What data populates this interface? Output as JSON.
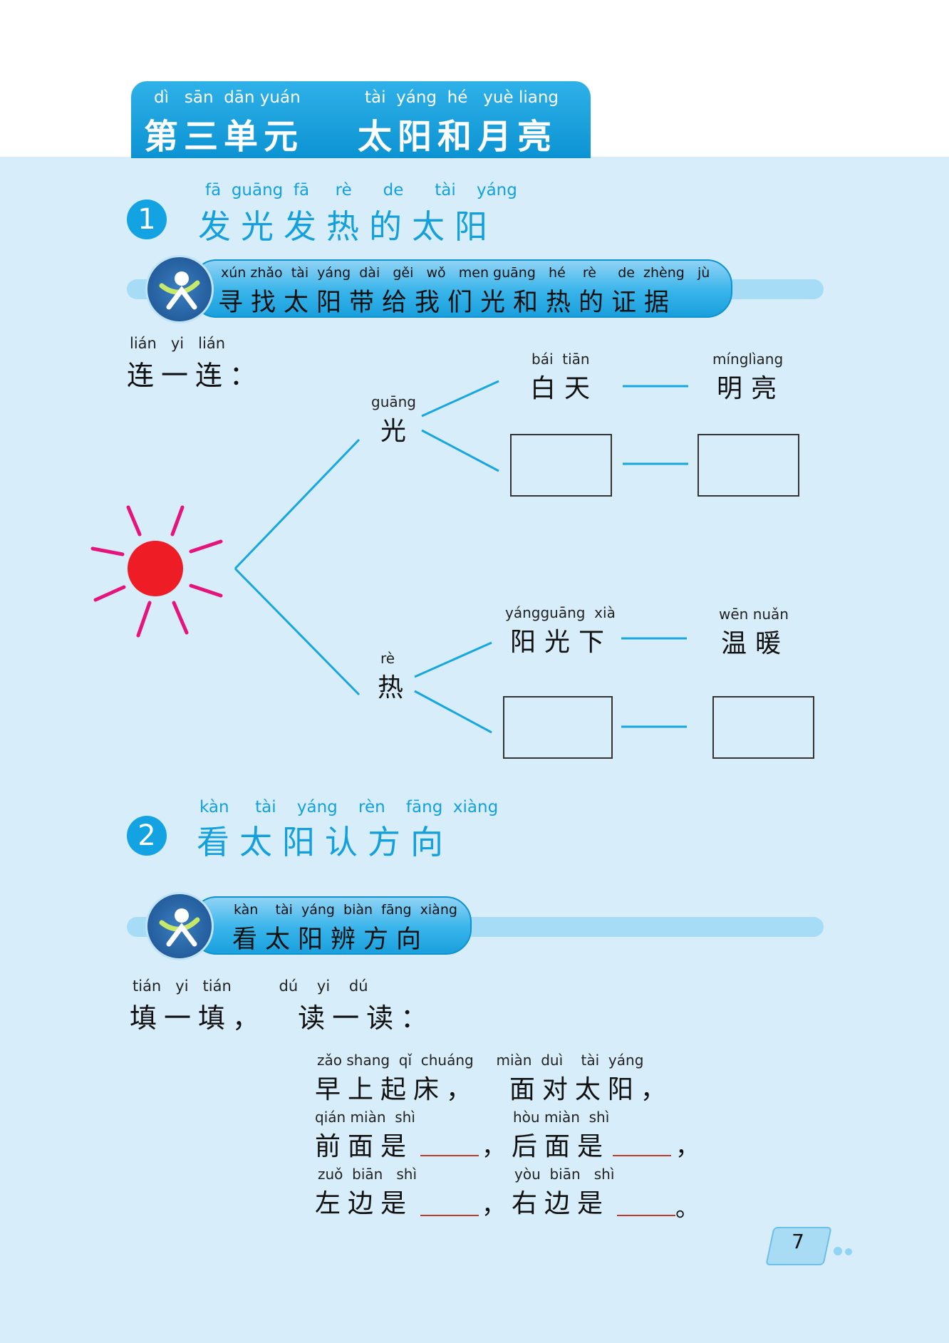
{
  "unit": {
    "pinyin_left": "dì   sān  dān yuán",
    "pinyin_right": "tài  yáng  hé   yuè liang",
    "title_left": "第三单元",
    "title_right": "太阳和月亮"
  },
  "section1": {
    "number": "1",
    "pinyin": "fā  guāng  fā     rè      de      tài    yáng",
    "title": "发光发热的太阳",
    "activity_pinyin": "xún zhǎo  tài  yáng  dài   gěi   wǒ   men guāng   hé    rè     de  zhèng   jù",
    "activity_title": "寻找太阳带给我们光和热的证据",
    "instr_pinyin": "lián   yi   lián",
    "instr_text": "连一连：",
    "light": {
      "pinyin": "guāng",
      "char": "光"
    },
    "heat": {
      "pinyin": "rè",
      "char": "热"
    },
    "daytime": {
      "pinyin": "bái  tiān",
      "text": "白天"
    },
    "bright": {
      "pinyin": "mínglìang",
      "text": "明亮"
    },
    "sunshine": {
      "pinyin": "yángguāng  xià",
      "text": "阳光下"
    },
    "warm": {
      "pinyin": "wēn nuǎn",
      "text": "温暖"
    }
  },
  "section2": {
    "number": "2",
    "pinyin": "kàn     tài    yáng    rèn    fāng  xiàng",
    "title": "看太阳认方向",
    "activity_pinyin": "kàn    tài  yáng  biàn  fāng  xiàng",
    "activity_title": "看太阳辨方向",
    "instr_pinyin": "tián   yi   tián          dú    yi    dú",
    "instr_text": "填一填，  读一读：",
    "line1_pinyin": "zǎo shang  qǐ  chuáng     miàn  duì    tài  yáng",
    "line1_text": "早上起床，  面对太阳，",
    "line2a_pinyin": "qián miàn  shì",
    "line2a_text": "前面是",
    "line2b_pinyin": "hòu miàn  shì",
    "line2b_text": "后面是",
    "line3a_pinyin": "zuǒ  biān   shì",
    "line3a_text": "左边是",
    "line3b_pinyin": "yòu  biān   shì",
    "line3b_text": "右边是",
    "comma": "，",
    "period": "。"
  },
  "page_number": "7",
  "colors": {
    "accent": "#13a3e2",
    "background": "#d7edf9",
    "sun": "#ee1c24",
    "rays": "#e4147c"
  }
}
